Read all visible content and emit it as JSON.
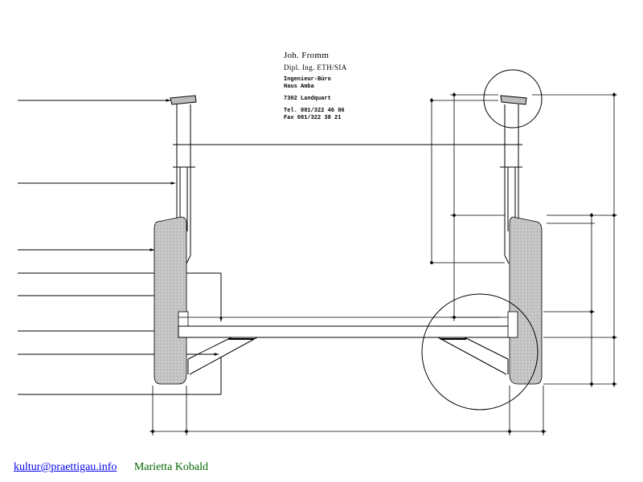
{
  "stamp": {
    "name": "Joh. Fromm",
    "title": "Dipl. Ing. ETH/SIA",
    "office": "Ingenieur-Büro",
    "building": "Haus Amba",
    "city": "7302 Landquart",
    "tel": "Tel. 081/322 46 86",
    "fax": "Fax 081/322 38 21"
  },
  "footer": {
    "email": "kultur@praettigau.info",
    "author": "Marietta Kobald"
  },
  "colors": {
    "line": "#000000",
    "tire": "#bdbdbd",
    "link": "#0000ee",
    "author": "#006600"
  }
}
